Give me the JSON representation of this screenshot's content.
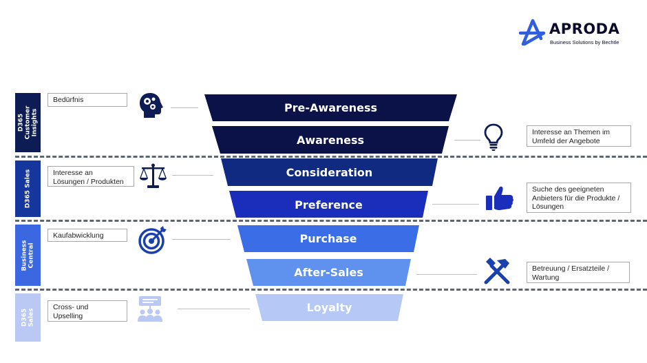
{
  "logo": {
    "name": "APRODA",
    "tagline": "Business Solutions by Bechtle"
  },
  "sections": [
    {
      "label_lines": [
        "D365",
        "Customer",
        "Insights"
      ],
      "color": "#0d1c55"
    },
    {
      "label_lines": [
        "D365 Sales"
      ],
      "color": "#15369c"
    },
    {
      "label_lines": [
        "Business",
        "Central"
      ],
      "color": "#3b68e0"
    },
    {
      "label_lines": [
        "D365",
        "Sales"
      ],
      "color": "#b9c9f3"
    }
  ],
  "stages": [
    {
      "label": "Pre-Awareness",
      "color": "#0a1248"
    },
    {
      "label": "Awareness",
      "color": "#0a1248"
    },
    {
      "label": "Consideration",
      "color": "#0f2a80"
    },
    {
      "label": "Preference",
      "color": "#1a2ebb"
    },
    {
      "label": "Purchase",
      "color": "#3a6de6"
    },
    {
      "label": "After-Sales",
      "color": "#5f92ee"
    },
    {
      "label": "Loyalty",
      "color": "#b6c9f6"
    }
  ],
  "left_boxes": [
    {
      "lines": [
        "Bedürfnis"
      ],
      "icon": "head-gears-icon"
    },
    {
      "lines": [
        "Interesse an",
        "Lösungen / Produkten"
      ],
      "icon": "scales-icon"
    },
    {
      "lines": [
        "Kaufabwicklung"
      ],
      "icon": "target-icon"
    },
    {
      "lines": [
        "Cross- und",
        "Upselling"
      ],
      "icon": "presentation-audience-icon"
    }
  ],
  "right_boxes": [
    {
      "lines": [
        "Interesse an Themen im",
        "Umfeld der Angebote"
      ],
      "icon": "lightbulb-icon"
    },
    {
      "lines": [
        "Suche des geeigneten",
        "Anbieters für die Produkte /",
        "Lösungen"
      ],
      "icon": "thumbs-up-icon"
    },
    {
      "lines": [
        "Betreuung / Ersatzteile /",
        "Wartung"
      ],
      "icon": "hammers-icon"
    }
  ],
  "colors": {
    "separator": "#5c6670",
    "icon_dark": "#0d1c55",
    "icon_mid": "#1a3fae",
    "icon_light": "#b9c9f3"
  }
}
